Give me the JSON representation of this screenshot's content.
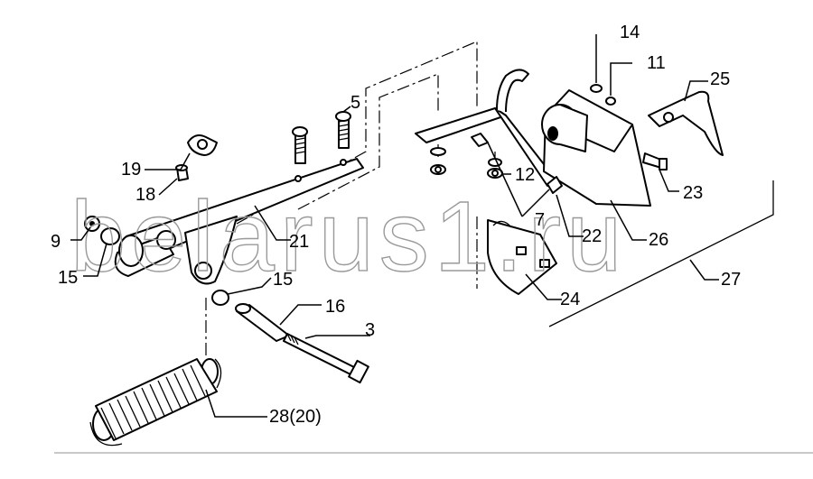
{
  "watermark": "belarus1.ru",
  "callouts": {
    "c3": "3",
    "c5": "5",
    "c7": "7",
    "c9": "9",
    "c11": "11",
    "c12": "12",
    "c14": "14",
    "c15a": "15",
    "c15b": "15",
    "c16": "16",
    "c18": "18",
    "c19": "19",
    "c21": "21",
    "c22": "22",
    "c23": "23",
    "c24": "24",
    "c25": "25",
    "c26": "26",
    "c27": "27",
    "c28": "28(20)"
  }
}
